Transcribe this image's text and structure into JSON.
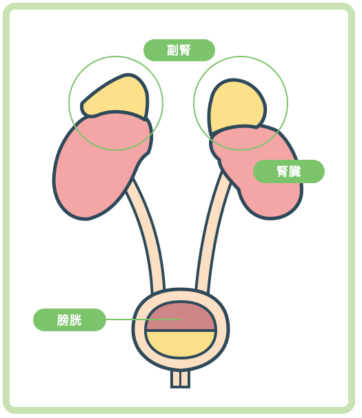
{
  "labels": {
    "adrenal": "副腎",
    "kidney": "腎臓",
    "bladder": "膀胱"
  },
  "colors": {
    "frame": "#c8e2b4",
    "label_pill": "#7cc46c",
    "leader_line": "#7cc46c",
    "outline": "#2e4a5a",
    "adrenal_fill": "#fde08a",
    "kidney_fill": "#f4a6a6",
    "ureter_fill": "#fde0c4",
    "bladder_wall": "#fde0c4",
    "bladder_urine_upper": "#cd8585",
    "bladder_urine_lower": "#fde08a"
  }
}
